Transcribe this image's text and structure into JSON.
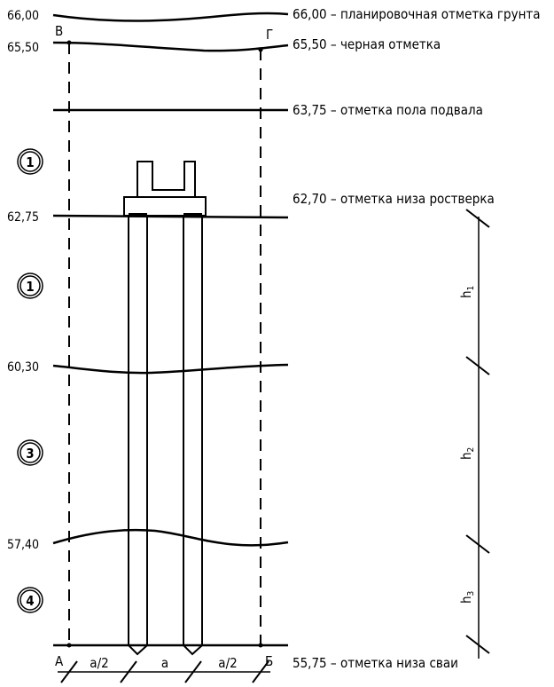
{
  "levels": {
    "l66": {
      "left": "66,00",
      "right": "66,00",
      "desc": "планировочная отметка грунта"
    },
    "l65": {
      "left": "65,50",
      "right": "65,50",
      "desc": "черная отметка"
    },
    "l6375": {
      "right": "63,75",
      "desc": "отметка пола подвала"
    },
    "l6270": {
      "right": "62,70",
      "desc": "отметка низа ростверка"
    },
    "l6275": {
      "left": "62,75"
    },
    "l6030": {
      "left": "60,30"
    },
    "l5740": {
      "left": "57,40"
    },
    "l5575": {
      "right": "55,75",
      "desc": "отметка низа сваи"
    }
  },
  "axes": {
    "v": "В",
    "g": "Г",
    "a": "А",
    "b": "Б"
  },
  "layers": [
    "1",
    "1",
    "3",
    "4"
  ],
  "dims": {
    "half1": "a/2",
    "full": "a",
    "half2": "a/2"
  },
  "thickness": {
    "h1": "h",
    "h1_sub": "1",
    "h2": "h",
    "h2_sub": "2",
    "h3": "h",
    "h3_sub": "3"
  }
}
